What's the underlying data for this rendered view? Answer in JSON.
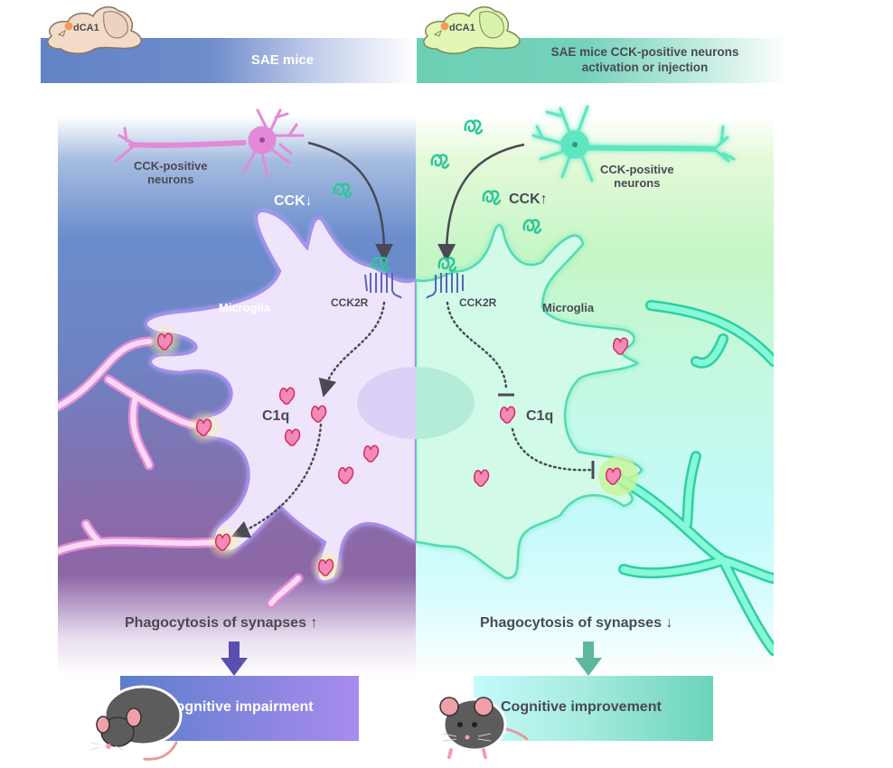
{
  "header": {
    "left": {
      "brain_label": "dCA1",
      "title": "SAE mice"
    },
    "right": {
      "brain_label": "dCA1",
      "title_line1": "SAE mice CCK-positive neurons",
      "title_line2": "activation or injection"
    }
  },
  "left_panel": {
    "neuron_label_line1": "CCK-positive",
    "neuron_label_line2": "neurons",
    "cck_label": "CCK",
    "cck_direction": "down",
    "cck_arrow": "↓",
    "microglia_label": "Microglia",
    "receptor_label": "CCK2R",
    "c1q_label": "C1q",
    "phagocytosis_label": "Phagocytosis of synapses",
    "phagocytosis_arrow": "↑",
    "phagocytosis_direction": "up",
    "outcome": "Cognitive impairment"
  },
  "right_panel": {
    "neuron_label_line1": "CCK-positive",
    "neuron_label_line2": "neurons",
    "cck_label": "CCK",
    "cck_direction": "up",
    "cck_arrow": "↑",
    "microglia_label": "Microglia",
    "receptor_label": "CCK2R",
    "c1q_label": "C1q",
    "phagocytosis_label": "Phagocytosis of synapses",
    "phagocytosis_arrow": "↓",
    "phagocytosis_direction": "down",
    "outcome": "Cognitive improvement"
  },
  "colors": {
    "left_accent": "#6283c6",
    "left_neuron": "#e28ad6",
    "left_microglia_outline": "#a58df0",
    "right_accent": "#6ccfb4",
    "right_neuron": "#5de6bf",
    "c1q": "#e8408a",
    "cck_peptide": "#2ec79a",
    "receptor": "#5a64b8",
    "text_dark": "#4a4a55"
  }
}
